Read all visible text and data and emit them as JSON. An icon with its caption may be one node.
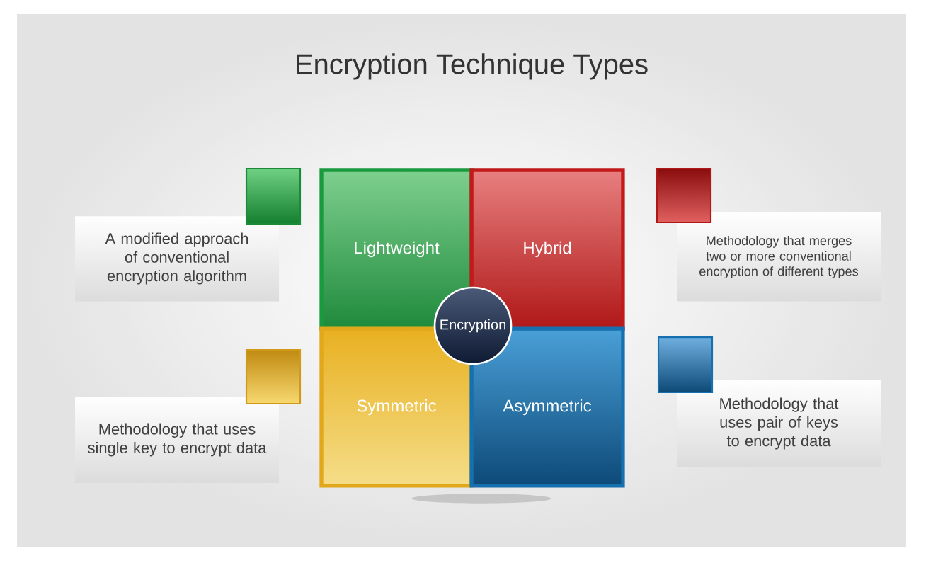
{
  "diagram": {
    "title": "Encryption Technique Types",
    "nodes": [
      {
        "text": [
          "Lightweight"
        ]
      },
      {
        "text": [
          "Hybrid"
        ]
      },
      {
        "text": [
          "Encryption"
        ]
      },
      {
        "text": [
          "Symmetric"
        ]
      },
      {
        "text": [
          "Asymmetric"
        ]
      },
      {
        "text": [
          "A modified approach of conventional encryption algorithm"
        ]
      },
      {
        "text": [
          "Methodology that merges two or more conventional encryption of different types"
        ]
      },
      {
        "text": [
          "Methodology that uses single key to encrypt data"
        ]
      },
      {
        "text": [
          "Methodology that uses pair of keys to encrypt data"
        ]
      },
      {
        "text": [],
        "shape": "box"
      },
      {
        "text": [],
        "shape": "box"
      },
      {
        "text": [],
        "shape": "box"
      },
      {
        "text": [],
        "shape": "box"
      }
    ]
  }
}
